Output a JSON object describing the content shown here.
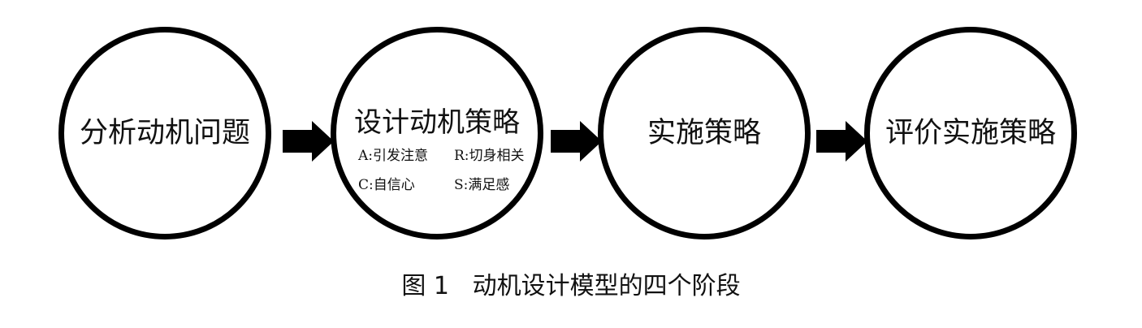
{
  "stages": [
    {
      "title": "分析动机问题"
    },
    {
      "title": "设计动机策略",
      "items": [
        {
          "text": "A:引发注意"
        },
        {
          "text": "R:切身相关"
        },
        {
          "text": "C:自信心"
        },
        {
          "text": "S:满足感"
        }
      ]
    },
    {
      "title": "实施策略"
    },
    {
      "title": "评价实施策略"
    }
  ],
  "caption": "图 1   动机设计模型的四个阶段",
  "colors": {
    "stroke": "#000000",
    "background": "#ffffff",
    "text": "#111111"
  },
  "icons": [
    "arrow-right-icon"
  ]
}
